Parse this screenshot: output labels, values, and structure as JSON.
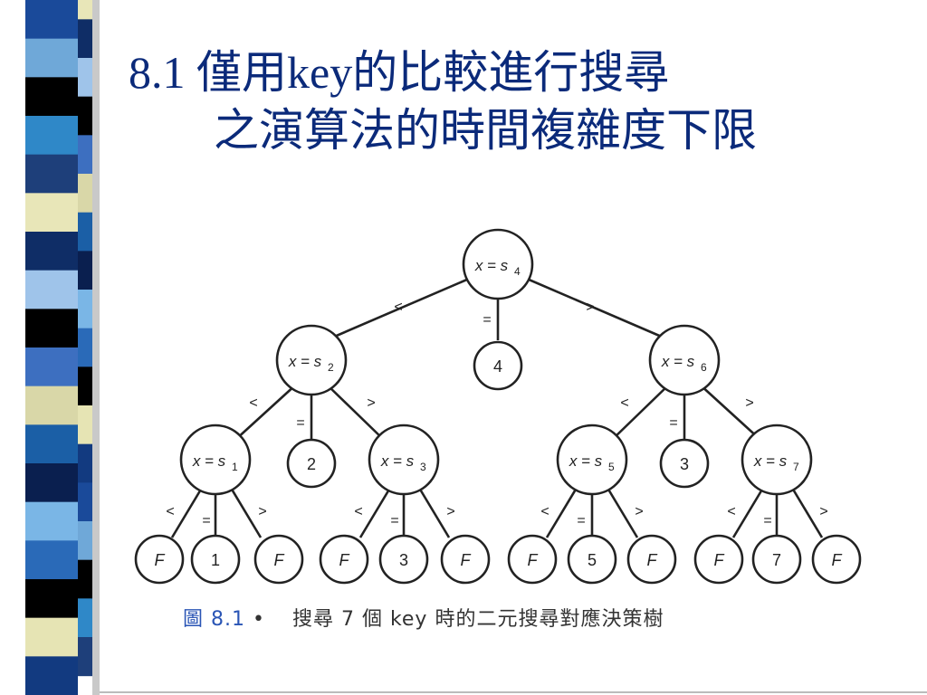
{
  "slide": {
    "title_line1": "8.1 僅用key的比較進行搜尋",
    "title_line2": "之演算法的時間複雜度下限"
  },
  "stripes": {
    "colors": [
      "#1a4a9a",
      "#6fa8d8",
      "#000000",
      "#2f88c8",
      "#1e3f7a",
      "#e8e6b8",
      "#0f2d66",
      "#9fc4ea",
      "#000000",
      "#3d6fc0",
      "#d9d7a8",
      "#1b5fa6",
      "#0a1f4f",
      "#7ab6e6",
      "#2a6ab8",
      "#000000",
      "#e6e4b4",
      "#123a80"
    ]
  },
  "tree": {
    "root": {
      "label_var": "x = s",
      "label_sub": "4"
    },
    "level2": [
      {
        "label_var": "x = s",
        "label_sub": "2"
      },
      {
        "label_plain": "4"
      },
      {
        "label_var": "x = s",
        "label_sub": "6"
      }
    ],
    "level3": [
      {
        "label_var": "x = s",
        "label_sub": "1"
      },
      {
        "label_plain": "2"
      },
      {
        "label_var": "x = s",
        "label_sub": "3"
      },
      {
        "label_var": "x = s",
        "label_sub": "5"
      },
      {
        "label_plain": "3"
      },
      {
        "label_var": "x = s",
        "label_sub": "7"
      }
    ],
    "leaves": [
      "F",
      "1",
      "F",
      "F",
      "3",
      "F",
      "F",
      "5",
      "F",
      "F",
      "7",
      "F"
    ],
    "edge_labels": {
      "less": "<",
      "equal": "=",
      "greater": ">"
    }
  },
  "caption": {
    "figure": "圖 8.1",
    "bullet": "•",
    "text": "搜尋 7 個 key 時的二元搜尋對應決策樹"
  }
}
